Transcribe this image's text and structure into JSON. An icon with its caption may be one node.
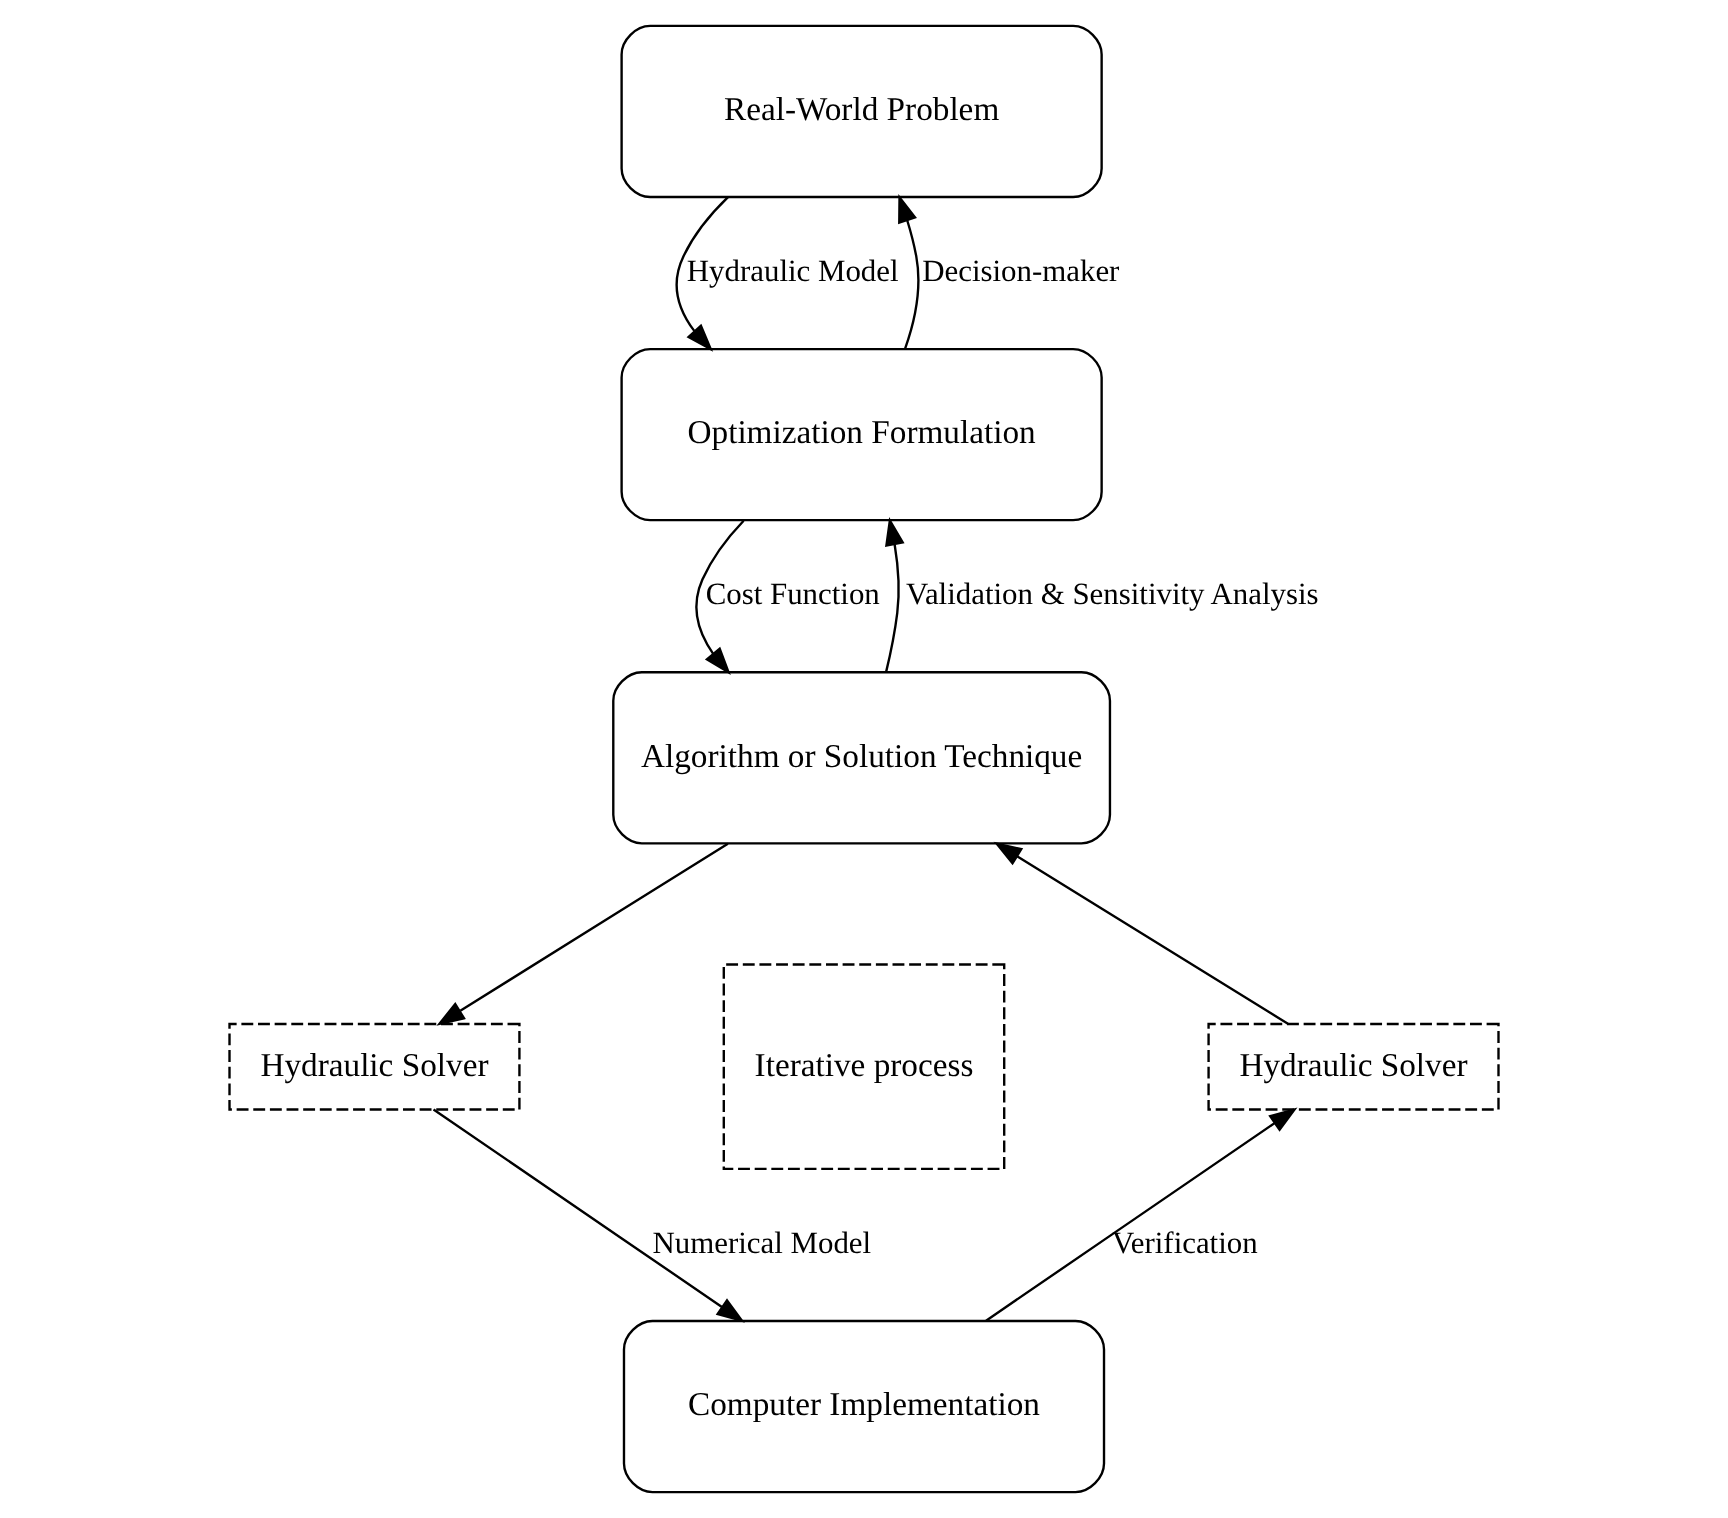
{
  "diagram": {
    "nodes": [
      {
        "text": [
          "Real-World Problem"
        ]
      },
      {
        "text": [
          "Optimization Formulation"
        ]
      },
      {
        "text": [
          "Algorithm or Solution Technique"
        ]
      },
      {
        "text": [
          "Hydraulic Solver"
        ]
      },
      {
        "text": [
          "Iterative process"
        ]
      },
      {
        "text": [
          "Hydraulic Solver"
        ]
      },
      {
        "text": [
          "Computer Implementation"
        ]
      }
    ],
    "edges": [
      {
        "from": 0,
        "to": 1,
        "arrow": "to",
        "label": "Hydraulic Model"
      },
      {
        "from": 1,
        "to": 0,
        "arrow": "to",
        "label": "Decision-maker"
      },
      {
        "from": 1,
        "to": 2,
        "arrow": "to",
        "label": "Cost Function"
      },
      {
        "from": 2,
        "to": 1,
        "arrow": "to",
        "label": "Validation & Sensitivity Analysis"
      },
      {
        "from": 2,
        "to": 3,
        "arrow": "to"
      },
      {
        "from": 5,
        "to": 2,
        "arrow": "to"
      },
      {
        "from": 3,
        "to": 6,
        "arrow": "to",
        "label": "Numerical Model"
      },
      {
        "from": 6,
        "to": 5,
        "arrow": "to",
        "label": "Verification"
      }
    ]
  }
}
